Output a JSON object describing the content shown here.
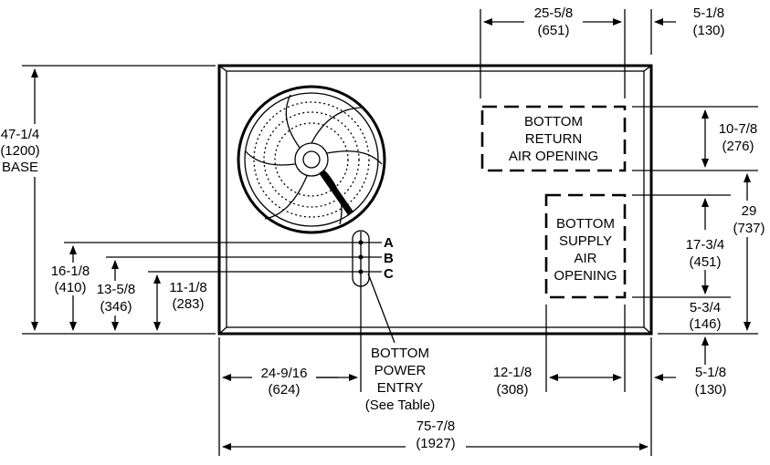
{
  "dimensions": {
    "overall_length": {
      "in": "75-7/8",
      "mm": "(1927)"
    },
    "base_depth": {
      "in": "47-1/4",
      "mm": "(1200)",
      "note": "BASE"
    },
    "return_width": {
      "in": "25-5/8",
      "mm": "(651)"
    },
    "right_offset_top": {
      "in": "5-1/8",
      "mm": "(130)"
    },
    "right_offset_bottom": {
      "in": "5-1/8",
      "mm": "(130)"
    },
    "return_depth": {
      "in": "10-7/8",
      "mm": "(276)"
    },
    "supply_to_return": {
      "in": "29",
      "mm": "(737)"
    },
    "supply_depth": {
      "in": "17-3/4",
      "mm": "(451)"
    },
    "supply_bottom_offset": {
      "in": "5-3/4",
      "mm": "(146)"
    },
    "power_a": {
      "in": "16-1/8",
      "mm": "(410)"
    },
    "power_b": {
      "in": "13-5/8",
      "mm": "(346)"
    },
    "power_c": {
      "in": "11-1/8",
      "mm": "(283)"
    },
    "power_from_left": {
      "in": "24-9/16",
      "mm": "(624)"
    },
    "supply_width": {
      "in": "12-1/8",
      "mm": "(308)"
    }
  },
  "labels": {
    "return_opening": [
      "BOTTOM",
      "RETURN",
      "AIR OPENING"
    ],
    "supply_opening": [
      "BOTTOM",
      "SUPPLY",
      "AIR",
      "OPENING"
    ],
    "power_entry": [
      "BOTTOM",
      "POWER",
      "ENTRY",
      "(See Table)"
    ],
    "knockouts": {
      "a": "A",
      "b": "B",
      "c": "C"
    }
  }
}
